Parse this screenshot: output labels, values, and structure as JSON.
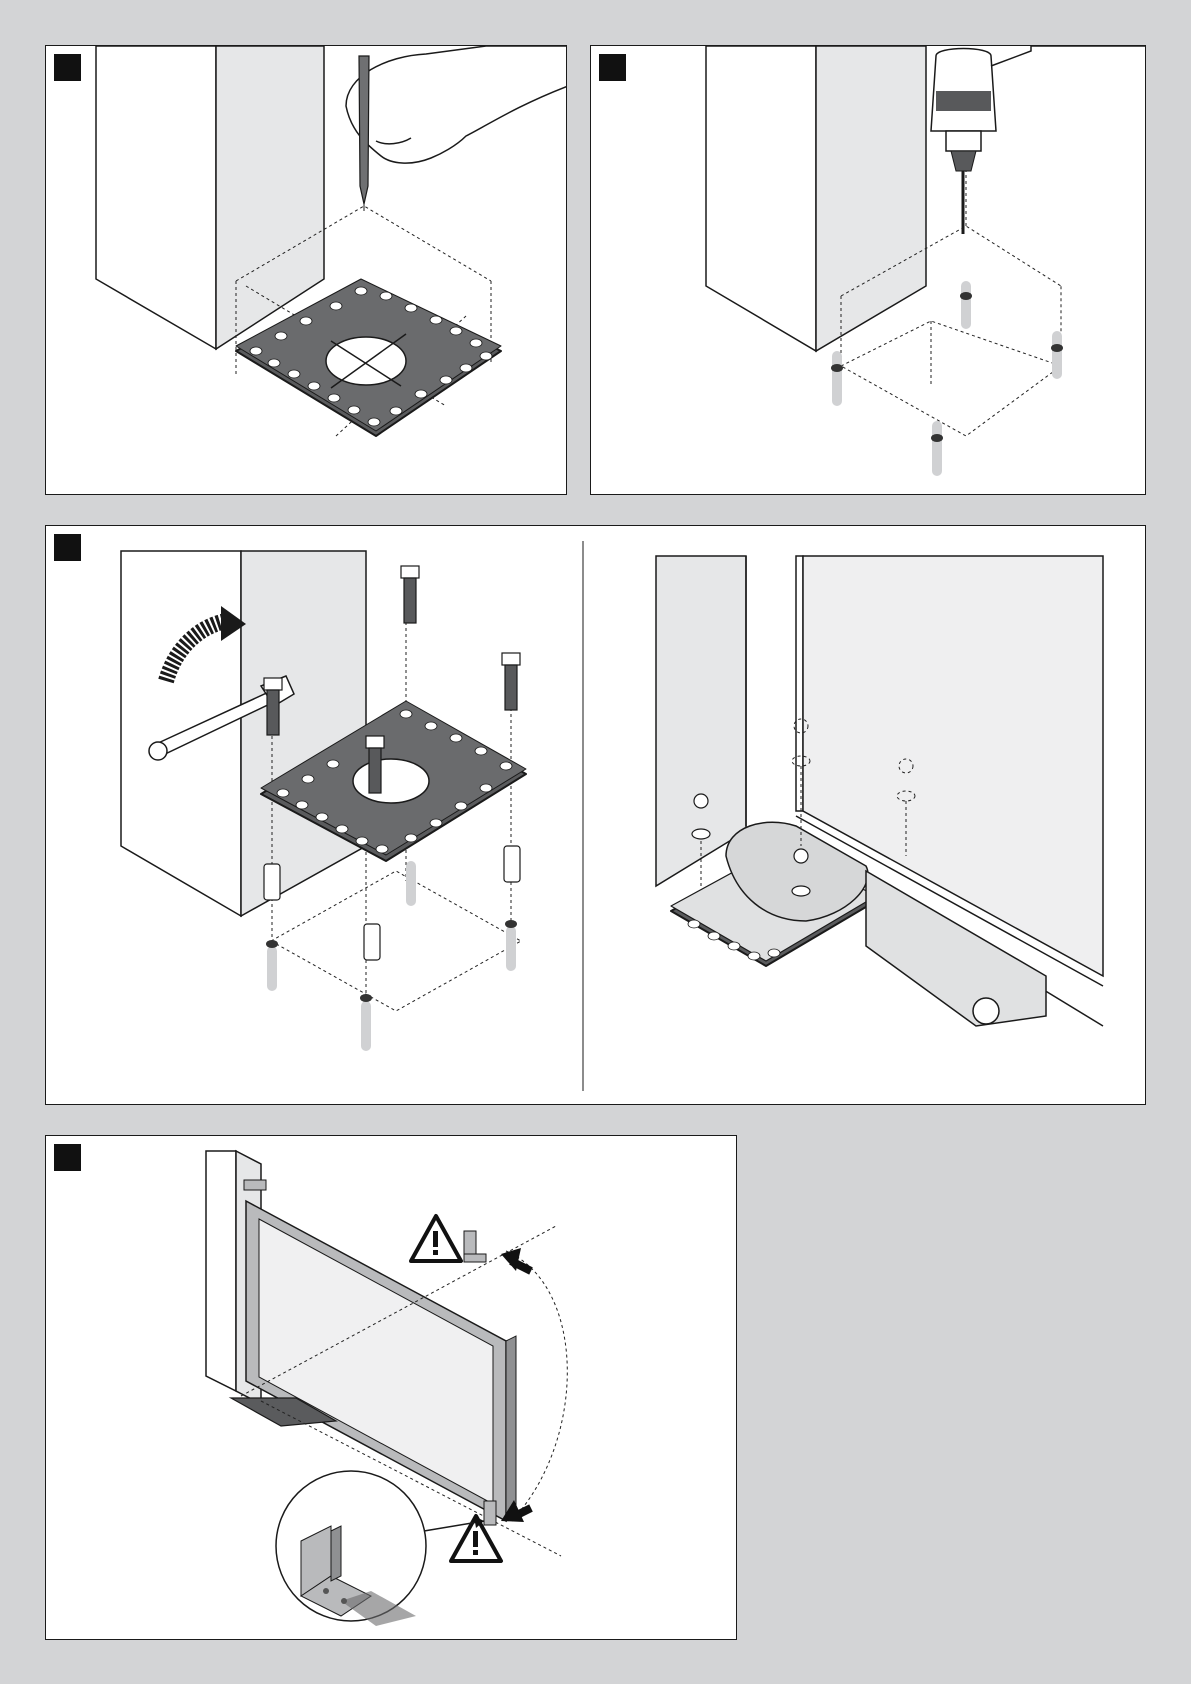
{
  "colors": {
    "page_background": "#d3d4d6",
    "panel_background": "#ffffff",
    "step_marker": "#111111",
    "pillar_face": "#e6e7e8",
    "plate_fill": "#5a5b5d",
    "phantom_hole": "#d0d1d3"
  },
  "panels": [
    {
      "name": "panel-step-1",
      "depicts": [
        "pillar",
        "pencil-hand",
        "base-plate-template"
      ]
    },
    {
      "name": "panel-step-2",
      "depicts": [
        "pillar",
        "drill",
        "drilled-holes"
      ]
    },
    {
      "name": "panel-step-3",
      "depicts": [
        "pillar",
        "wrench",
        "bolts",
        "base-plate",
        "anchors",
        "gate-motor-assembly"
      ]
    },
    {
      "name": "panel-step-4",
      "depicts": [
        "gate",
        "pillar",
        "end-stops",
        "warning-signs",
        "stop-detail"
      ]
    }
  ],
  "icons": [
    "warning-triangle-icon",
    "arrow-icon",
    "rotation-arrow-icon"
  ]
}
